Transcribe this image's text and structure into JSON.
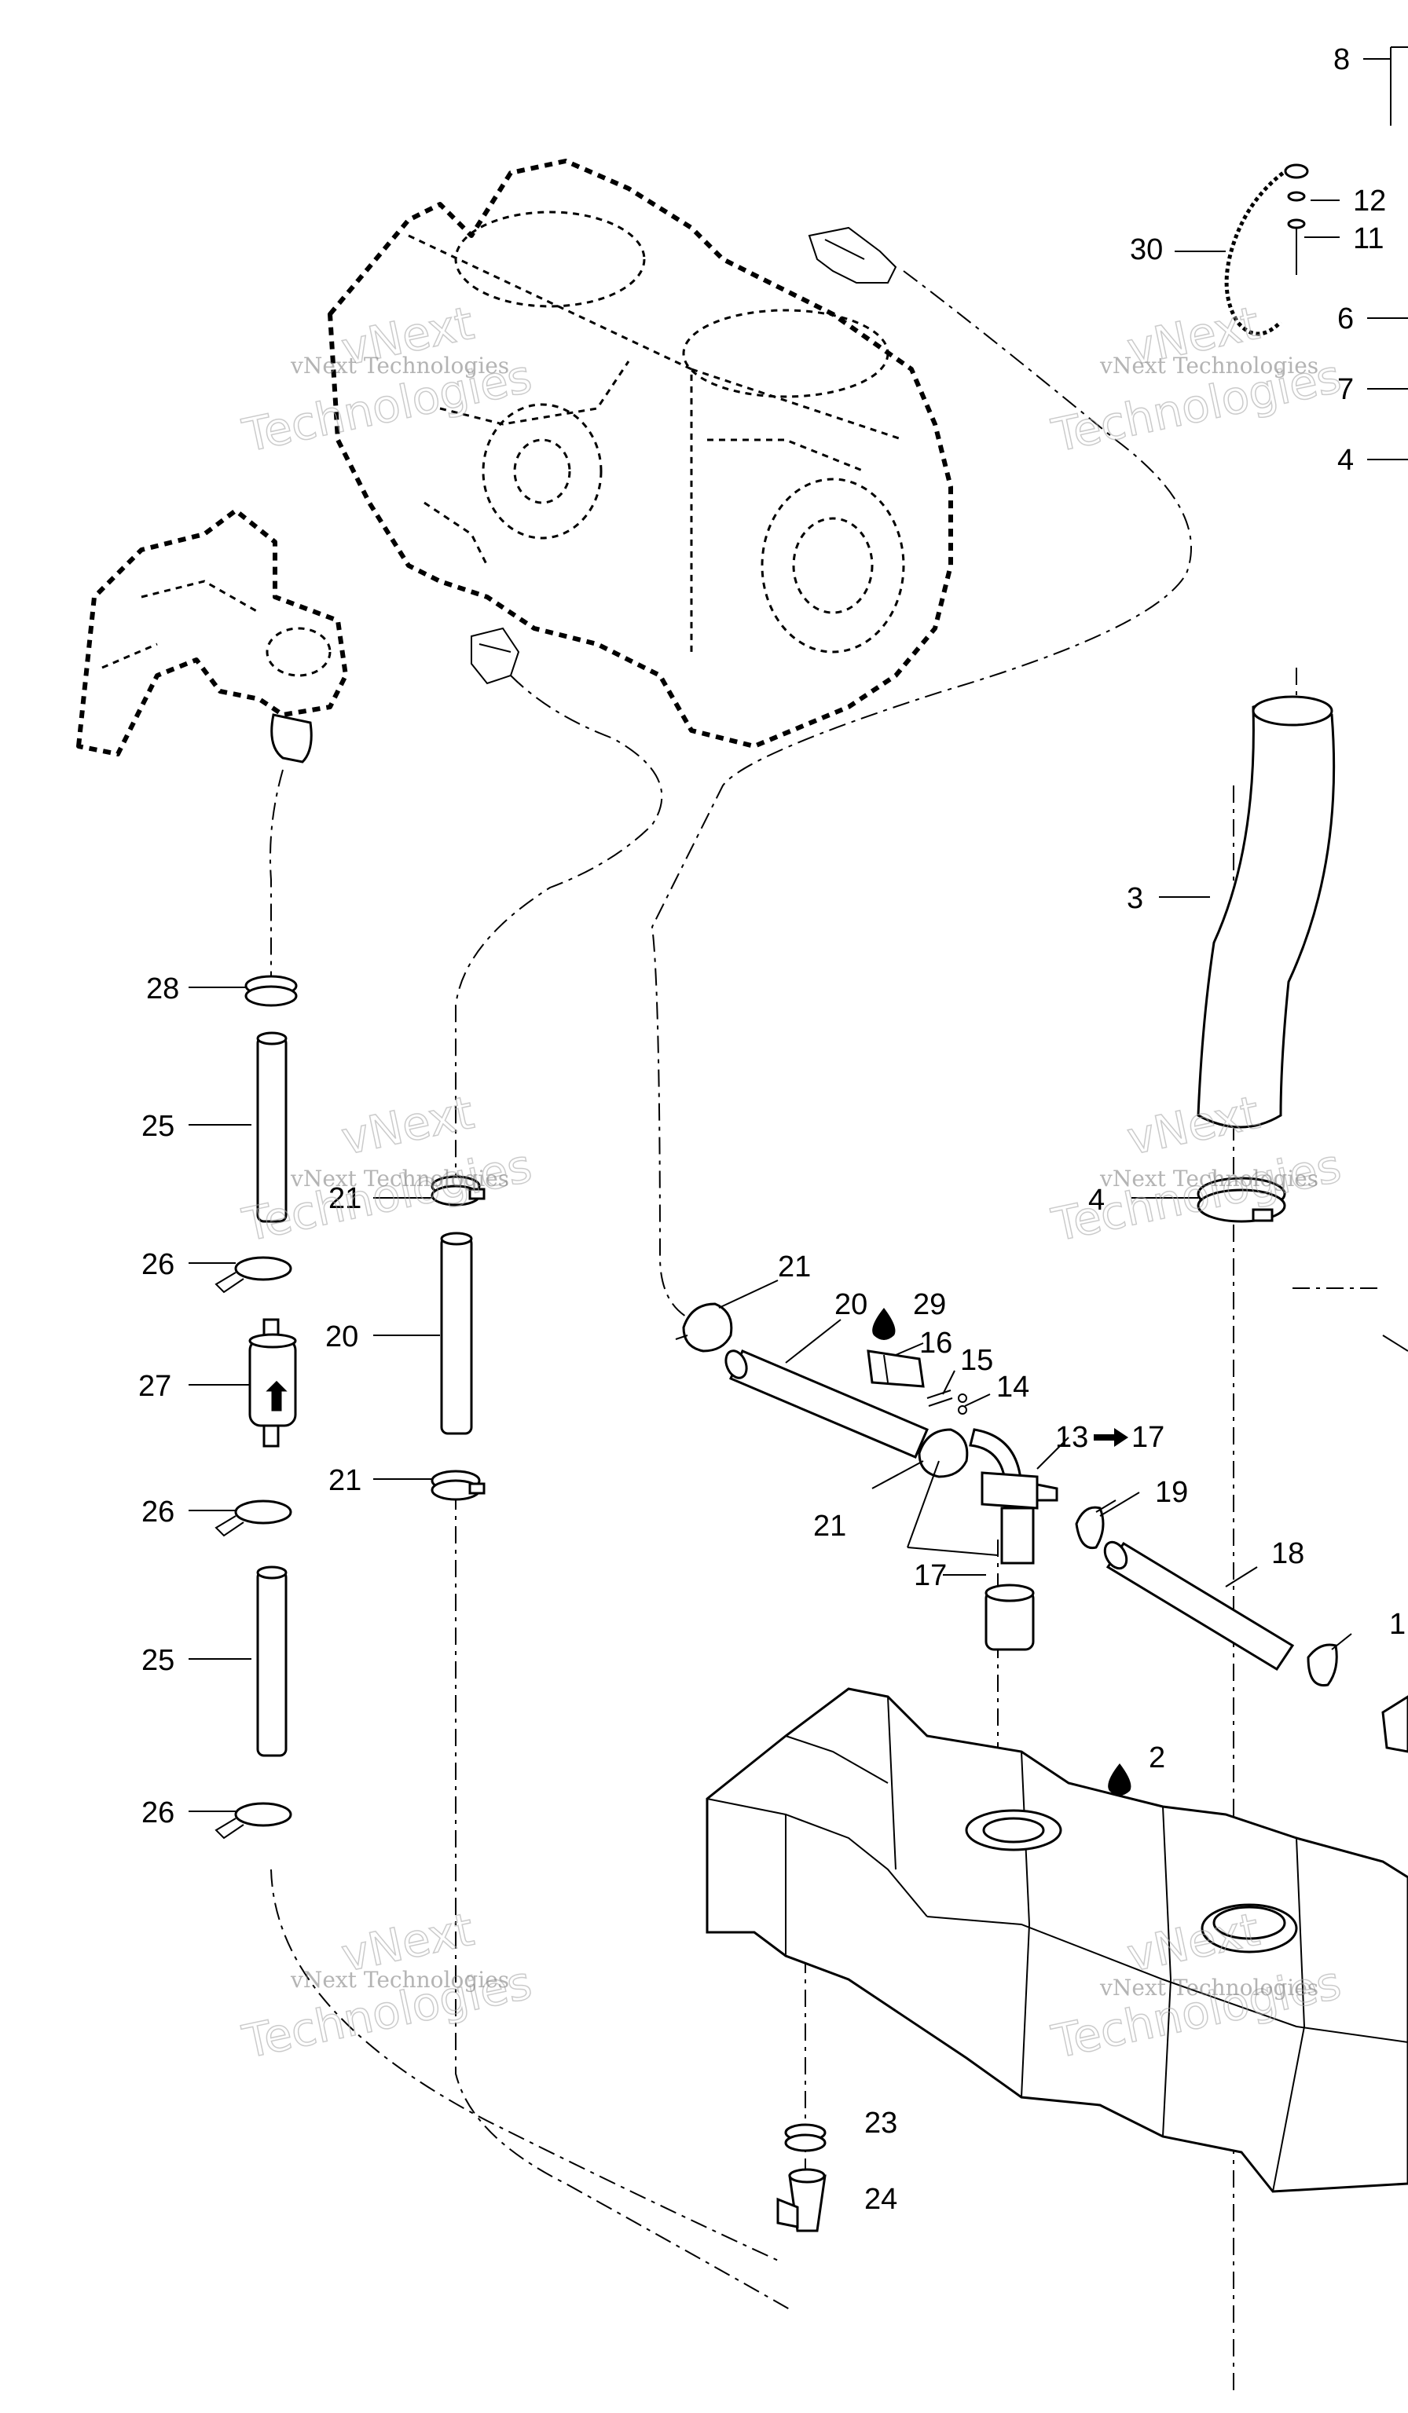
{
  "watermark": {
    "line1": "vNext Technologies",
    "line2": "vNext",
    "line3": "Technologies"
  },
  "callouts": {
    "c8": "8",
    "c12": "12",
    "c11": "11",
    "c30": "30",
    "c6": "6",
    "c7": "7",
    "c4a": "4",
    "c3": "3",
    "c4b": "4",
    "c28": "28",
    "c25a": "25",
    "c21a": "21",
    "c26a": "26",
    "c20a": "20",
    "c27": "27",
    "c21b": "21",
    "c26b": "26",
    "c25b": "25",
    "c26c": "26",
    "c21c": "21",
    "c20b": "20",
    "c29": "29",
    "c16": "16",
    "c15": "15",
    "c14": "14",
    "c13": "13",
    "c13_17": "17",
    "c19": "19",
    "c21d": "21",
    "c17": "17",
    "c18": "18",
    "c1": "1",
    "c2": "2",
    "c23": "23",
    "c24": "24"
  },
  "icons": {
    "arrow_right": "arrow-right-icon",
    "drop": "liquid-drop-icon",
    "flow_arrow": "flow-arrow-icon"
  }
}
